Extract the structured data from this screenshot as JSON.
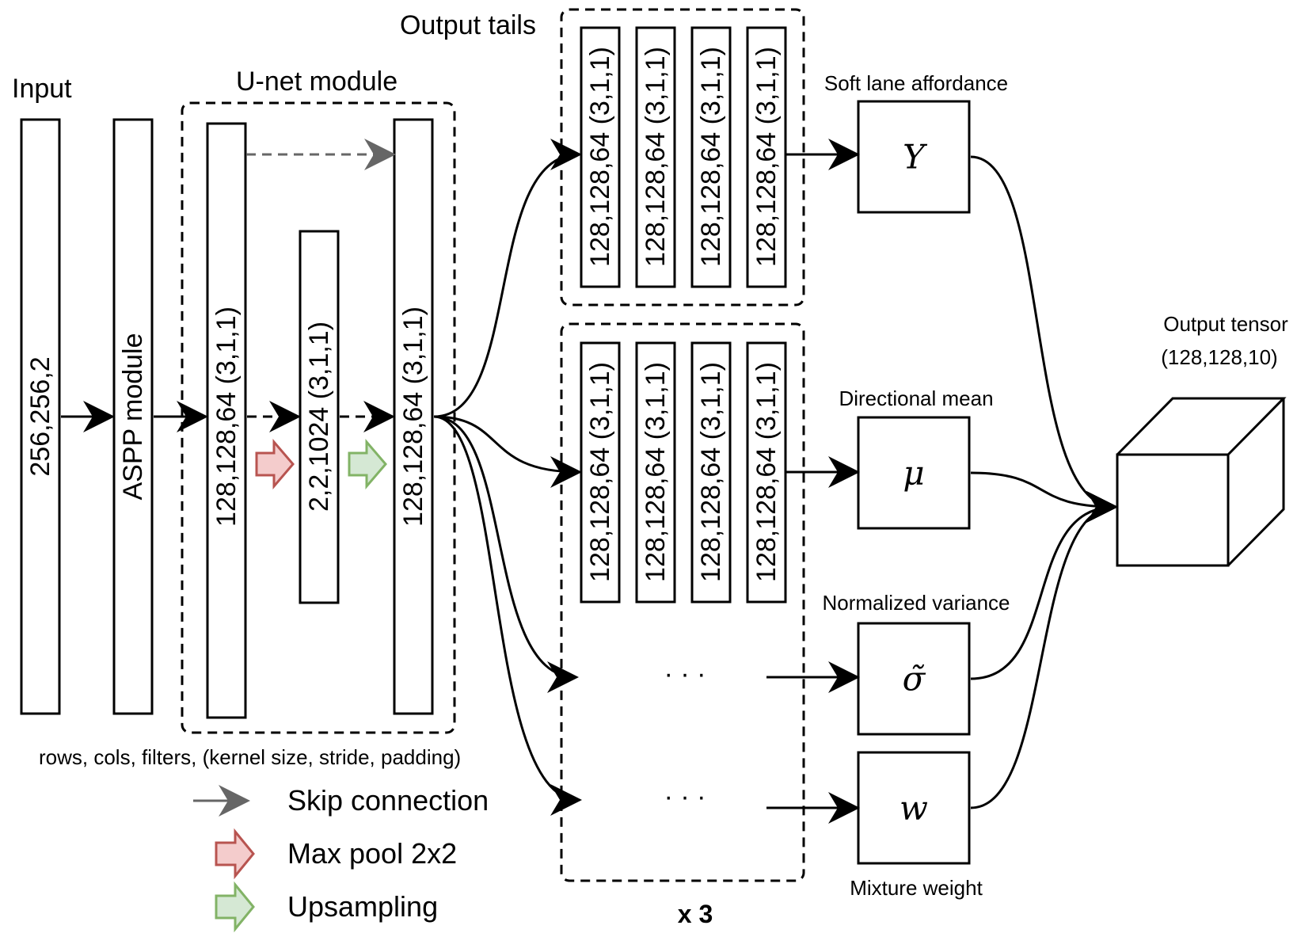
{
  "labels": {
    "input": "Input",
    "unet_module": "U-net module",
    "output_tails": "Output tails",
    "soft_lane_affordance": "Soft lane affordance",
    "directional_mean": "Directional mean",
    "normalized_variance": "Normalized variance",
    "mixture_weight": "Mixture weight",
    "output_tensor_line1": "Output tensor",
    "output_tensor_line2": "(128,128,10)",
    "times_three": "x 3",
    "caption": "rows, cols, filters, (kernel size, stride, padding)"
  },
  "blocks": {
    "input": "256,256,2",
    "aspp": "ASPP module",
    "unet_enc": "128,128,64 (3,1,1)",
    "unet_bottleneck": "2,2,1024 (3,1,1)",
    "unet_dec": "128,128,64 (3,1,1)"
  },
  "tails": {
    "top": [
      "128,128,64 (3,1,1)",
      "128,128,64 (3,1,1)",
      "128,128,64 (3,1,1)",
      "128,128,64 (3,1,1)"
    ],
    "bottom": [
      "128,128,64 (3,1,1)",
      "128,128,64 (3,1,1)",
      "128,128,64 (3,1,1)",
      "128,128,64 (3,1,1)"
    ],
    "ellipsis": "· · ·"
  },
  "outputs": {
    "y": "Y",
    "mu": "μ",
    "sigma": "σ̃",
    "w": "w"
  },
  "legend": {
    "skip": "Skip connection",
    "maxpool": "Max pool 2x2",
    "upsampling": "Upsampling"
  },
  "colors": {
    "maxpool_fill": "#f4cccc",
    "maxpool_stroke": "#b85450",
    "upsampling_fill": "#d5e8d4",
    "upsampling_stroke": "#82b366",
    "skip_arrow": "#666666"
  }
}
